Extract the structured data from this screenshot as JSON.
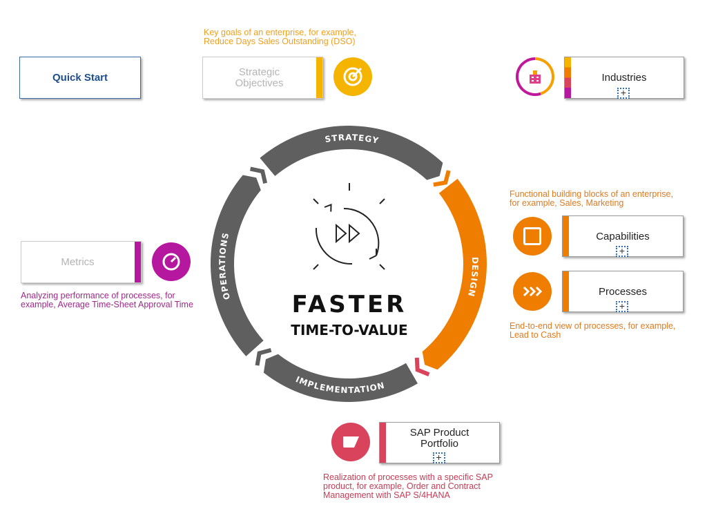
{
  "quick_start": {
    "label": "Quick Start"
  },
  "strategic_objectives": {
    "label_line1": "Strategic",
    "label_line2": "Objectives",
    "note_line1": "Key goals of an enterprise, for example,",
    "note_line2": "Reduce Days Sales Outstanding (DSO)",
    "icon": "target-icon"
  },
  "industries": {
    "label": "Industries",
    "icon": "building-icon"
  },
  "capabilities": {
    "label": "Capabilities",
    "icon": "square-icon",
    "note_line1": "Functional building blocks of an enterprise,",
    "note_line2": "for example, Sales, Marketing"
  },
  "processes": {
    "label": "Processes",
    "icon": "chevrons-icon",
    "note_line1": "End-to-end view of processes, for example,",
    "note_line2": "Lead to Cash"
  },
  "metrics": {
    "label": "Metrics",
    "icon": "gauge-icon",
    "note_line1": "Analyzing performance of processes, for",
    "note_line2": "example, Average Time-Sheet Approval Time"
  },
  "product_portfolio": {
    "label_line1": "SAP Product",
    "label_line2": "Portfolio",
    "icon": "tag-icon",
    "note_line1": "Realization of processes with a specific SAP",
    "note_line2": "product, for example, Order and Contract",
    "note_line3": "Management with SAP S/4HANA"
  },
  "cycle": {
    "strategy": "STRATEGY",
    "design": "DESIGN",
    "implementation": "IMPLEMENTATION",
    "operations": "OPERATIONS",
    "title": "FASTER",
    "subtitle": "TIME-TO-VALUE"
  },
  "expand_symbol": "+",
  "colors": {
    "blue": "#1f4e8c",
    "yellow": "#f5b400",
    "orange": "#ef7d00",
    "red": "#d9435b",
    "purple": "#b5179e",
    "gray": "#5f5f5f"
  }
}
